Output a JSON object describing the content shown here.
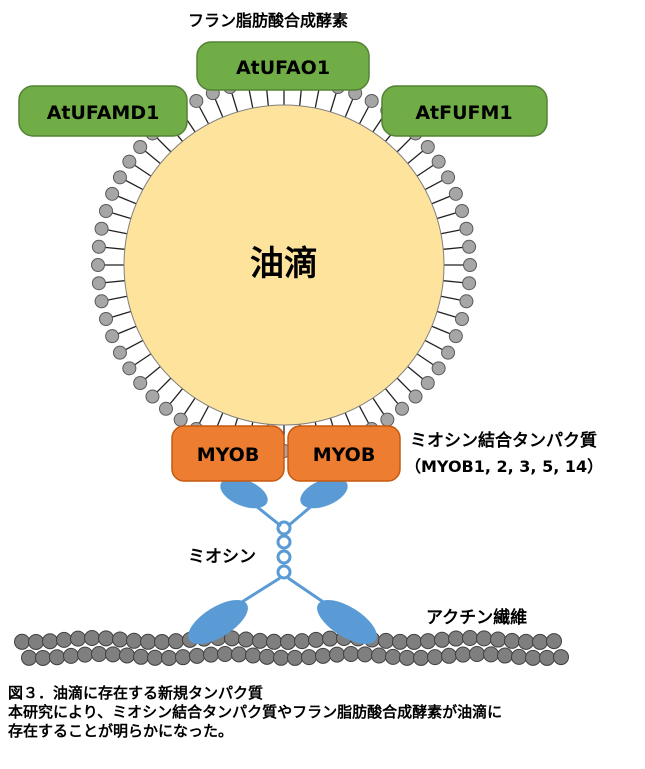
{
  "labels": {
    "enzyme_group": "フラン脂肪酸合成酵素",
    "oil_droplet": "油滴",
    "myob_group": "ミオシン結合タンパク質",
    "myob_members": "（MYOB1, 2, 3, 5, 14）",
    "myosin": "ミオシン",
    "actin": "アクチン繊維"
  },
  "proteins": {
    "ufao1": "AtUFAO1",
    "ufamd1": "AtUFAMD1",
    "fufm1": "AtFUFM1",
    "myob_left": "MYOB",
    "myob_right": "MYOB"
  },
  "caption": {
    "title": "図３．油滴に存在する新規タンパク質",
    "line1": "本研究により、ミオシン結合タンパク質やフラン脂肪酸合成酵素が油滴に",
    "line2": "存在することが明らかになった。"
  },
  "colors": {
    "oil": "#FDE39C",
    "enzyme": "#70AD47",
    "enzyme_border": "#548235",
    "myob": "#ED7D31",
    "myob_border": "#C55A11",
    "myosin": "#5B9BD5",
    "lipid_head": "#A6A6A6",
    "actin": "#7F7F7F"
  }
}
